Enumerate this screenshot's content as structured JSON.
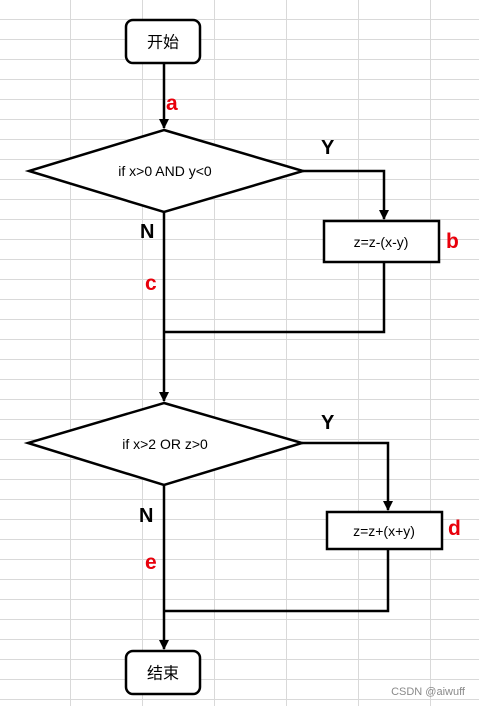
{
  "nodes": {
    "start": "开始",
    "decision1": "if x>0 AND y<0",
    "process1": "z=z-(x-y)",
    "decision2": "if x>2 OR z>0",
    "process2": "z=z+(x+y)",
    "end": "结束"
  },
  "branches": {
    "d1_yes": "Y",
    "d1_no": "N",
    "d2_yes": "Y",
    "d2_no": "N"
  },
  "path_labels": {
    "a": "a",
    "b": "b",
    "c": "c",
    "d": "d",
    "e": "e"
  },
  "colors": {
    "path_label": "#e8000b",
    "lines": "#000000",
    "grid": "#d9d9d9"
  },
  "watermark": "CSDN @aiwuff"
}
